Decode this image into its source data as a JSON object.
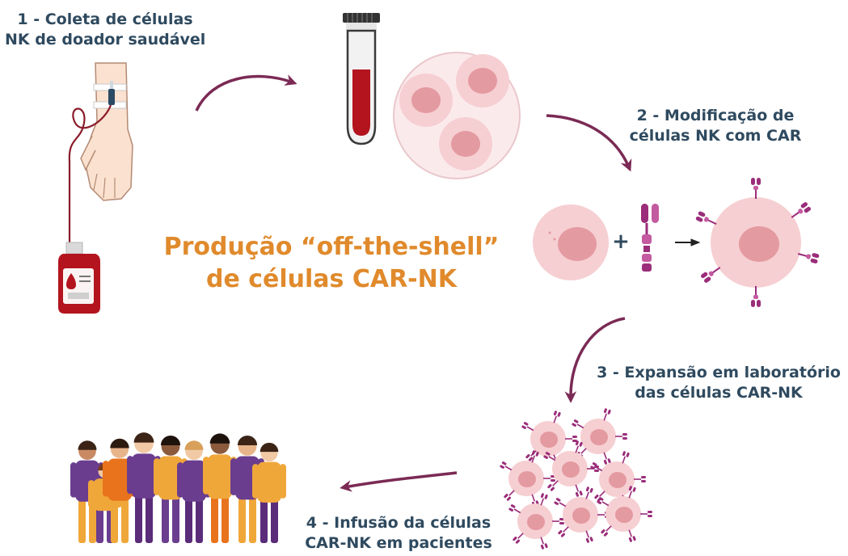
{
  "steps": {
    "step1": {
      "line1": "1 - Coleta de células",
      "line2": "NK de doador saudável"
    },
    "step2": {
      "line1": "2 - Modificação de",
      "line2": "células NK com CAR"
    },
    "step3": {
      "line1": "3 - Expansão em laboratório",
      "line2": "das células CAR-NK"
    },
    "step4": {
      "line1": "4 - Infusão da células",
      "line2": "CAR-NK em pacientes"
    }
  },
  "center_title": {
    "line1": "Produção “off-the-shell”",
    "line2": "de células CAR-NK"
  },
  "symbols": {
    "plus": "+",
    "arrow": "→"
  },
  "colors": {
    "arrow": "#7b2a55",
    "text": "#2f4a5f",
    "title": "#e08a2c",
    "blood": "#a3121c",
    "cell": "#f6cfd2",
    "nucleus": "#e39aa0",
    "car": "#9b2d7a"
  }
}
